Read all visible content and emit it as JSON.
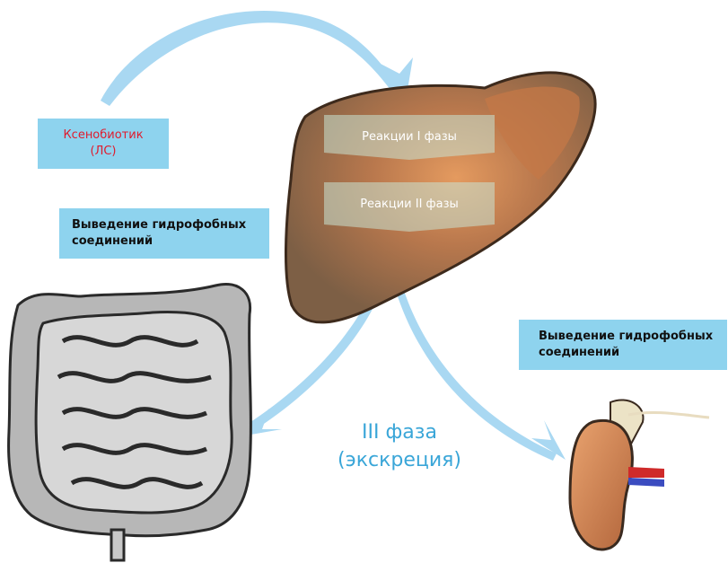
{
  "labels": {
    "xenobiotic": "Ксенобиотик\n(ЛС)",
    "excretion_left": "Выведение гидрофобных\nсоединений",
    "excretion_right": "Выведение гидрофобных\nсоединений",
    "phase1": "Реакции I фазы",
    "phase2": "Реакции II фазы",
    "phase3": "III фаза\n(экскреция)"
  },
  "colors": {
    "label_box": "#8ed3ee",
    "xenobiotic_text": "#e01b2d",
    "arrow": "#a9d8f2",
    "phase3_text": "#3aa6d8",
    "liver": "#8a6a4d",
    "liver_inner": "#d08356",
    "intestine": "#d2d2d2",
    "kidney": "#c77a4c"
  },
  "icons": [
    "liver-illustration",
    "intestine-illustration",
    "kidney-illustration"
  ]
}
